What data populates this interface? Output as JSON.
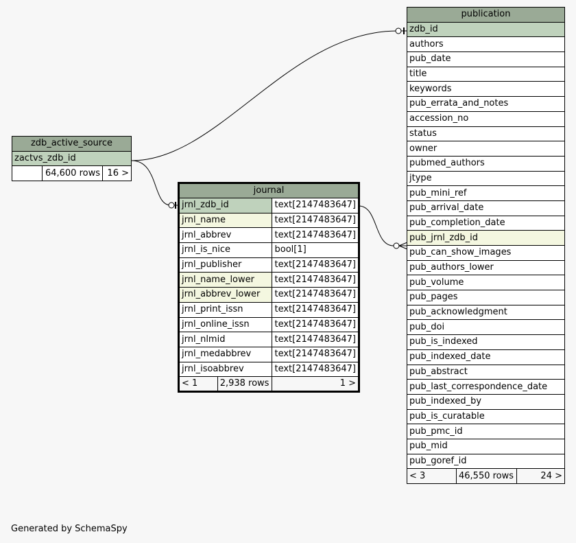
{
  "tables": {
    "zdb_active_source": {
      "name": "zdb_active_source",
      "columns": [
        {
          "name": "zactvs_zdb_id",
          "kind": "pk"
        }
      ],
      "footer": {
        "parents": "",
        "rows": "64,600 rows",
        "children": "16 >"
      }
    },
    "journal": {
      "name": "journal",
      "columns": [
        {
          "name": "jrnl_zdb_id",
          "type": "text[2147483647]",
          "kind": "pk"
        },
        {
          "name": "jrnl_name",
          "type": "text[2147483647]",
          "kind": "index"
        },
        {
          "name": "jrnl_abbrev",
          "type": "text[2147483647]",
          "kind": "plain"
        },
        {
          "name": "jrnl_is_nice",
          "type": "bool[1]",
          "kind": "plain"
        },
        {
          "name": "jrnl_publisher",
          "type": "text[2147483647]",
          "kind": "plain"
        },
        {
          "name": "jrnl_name_lower",
          "type": "text[2147483647]",
          "kind": "index"
        },
        {
          "name": "jrnl_abbrev_lower",
          "type": "text[2147483647]",
          "kind": "index"
        },
        {
          "name": "jrnl_print_issn",
          "type": "text[2147483647]",
          "kind": "plain"
        },
        {
          "name": "jrnl_online_issn",
          "type": "text[2147483647]",
          "kind": "plain"
        },
        {
          "name": "jrnl_nlmid",
          "type": "text[2147483647]",
          "kind": "plain"
        },
        {
          "name": "jrnl_medabbrev",
          "type": "text[2147483647]",
          "kind": "plain"
        },
        {
          "name": "jrnl_isoabbrev",
          "type": "text[2147483647]",
          "kind": "plain"
        }
      ],
      "footer": {
        "parents": "< 1",
        "rows": "2,938 rows",
        "children": "1 >"
      }
    },
    "publication": {
      "name": "publication",
      "columns": [
        {
          "name": "zdb_id",
          "kind": "pk"
        },
        {
          "name": "authors",
          "kind": "plain"
        },
        {
          "name": "pub_date",
          "kind": "plain"
        },
        {
          "name": "title",
          "kind": "plain"
        },
        {
          "name": "keywords",
          "kind": "plain"
        },
        {
          "name": "pub_errata_and_notes",
          "kind": "plain"
        },
        {
          "name": "accession_no",
          "kind": "plain"
        },
        {
          "name": "status",
          "kind": "plain"
        },
        {
          "name": "owner",
          "kind": "plain"
        },
        {
          "name": "pubmed_authors",
          "kind": "plain"
        },
        {
          "name": "jtype",
          "kind": "plain"
        },
        {
          "name": "pub_mini_ref",
          "kind": "plain"
        },
        {
          "name": "pub_arrival_date",
          "kind": "plain"
        },
        {
          "name": "pub_completion_date",
          "kind": "plain"
        },
        {
          "name": "pub_jrnl_zdb_id",
          "kind": "index"
        },
        {
          "name": "pub_can_show_images",
          "kind": "plain"
        },
        {
          "name": "pub_authors_lower",
          "kind": "plain"
        },
        {
          "name": "pub_volume",
          "kind": "plain"
        },
        {
          "name": "pub_pages",
          "kind": "plain"
        },
        {
          "name": "pub_acknowledgment",
          "kind": "plain"
        },
        {
          "name": "pub_doi",
          "kind": "plain"
        },
        {
          "name": "pub_is_indexed",
          "kind": "plain"
        },
        {
          "name": "pub_indexed_date",
          "kind": "plain"
        },
        {
          "name": "pub_abstract",
          "kind": "plain"
        },
        {
          "name": "pub_last_correspondence_date",
          "kind": "plain"
        },
        {
          "name": "pub_indexed_by",
          "kind": "plain"
        },
        {
          "name": "pub_is_curatable",
          "kind": "plain"
        },
        {
          "name": "pub_pmc_id",
          "kind": "plain"
        },
        {
          "name": "pub_mid",
          "kind": "plain"
        },
        {
          "name": "pub_goref_id",
          "kind": "plain"
        }
      ],
      "footer": {
        "parents": "< 3",
        "rows": "46,550 rows",
        "children": "24 >"
      }
    }
  },
  "relationships": [
    {
      "from": "zdb_active_source.zactvs_zdb_id",
      "to": "publication.zdb_id"
    },
    {
      "from": "zdb_active_source.zactvs_zdb_id",
      "to": "journal.jrnl_zdb_id"
    },
    {
      "from": "journal.jrnl_zdb_id",
      "to": "publication.pub_jrnl_zdb_id"
    }
  ],
  "colors": {
    "background": "#f7f7f7",
    "header": "#9aaa96",
    "primary_key": "#bfd2bc",
    "indexed": "#f4f7e0",
    "body": "#ffffff"
  },
  "footer_text": "Generated by SchemaSpy"
}
